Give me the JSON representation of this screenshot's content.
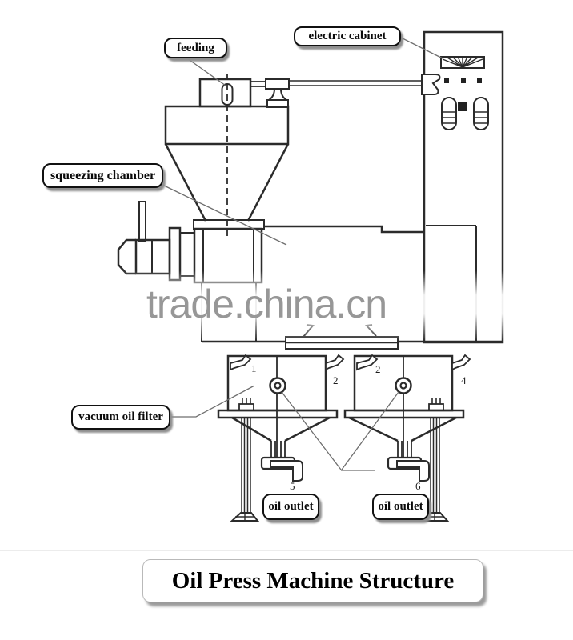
{
  "watermark": {
    "text": "trade.china.cn",
    "color": "#979797"
  },
  "labels": {
    "feeding": "feeding",
    "electric_cabinet": "electric cabinet",
    "squeezing_chamber": "squeezing chamber",
    "vacuum_oil_filter": "vacuum oil filter",
    "oil_outlet_left": "oil outlet",
    "oil_outlet_right": "oil outlet"
  },
  "part_numbers": [
    "1",
    "2",
    "2",
    "4",
    "5",
    "6"
  ],
  "title": {
    "text": "Oil Press Machine Structure"
  },
  "colors": {
    "line": "#2b2b2b",
    "leader": "#6e6e6e",
    "watermark": "#979797",
    "label_shadow": "#8f8f8f",
    "faint_rule": "#d8d8d8"
  }
}
